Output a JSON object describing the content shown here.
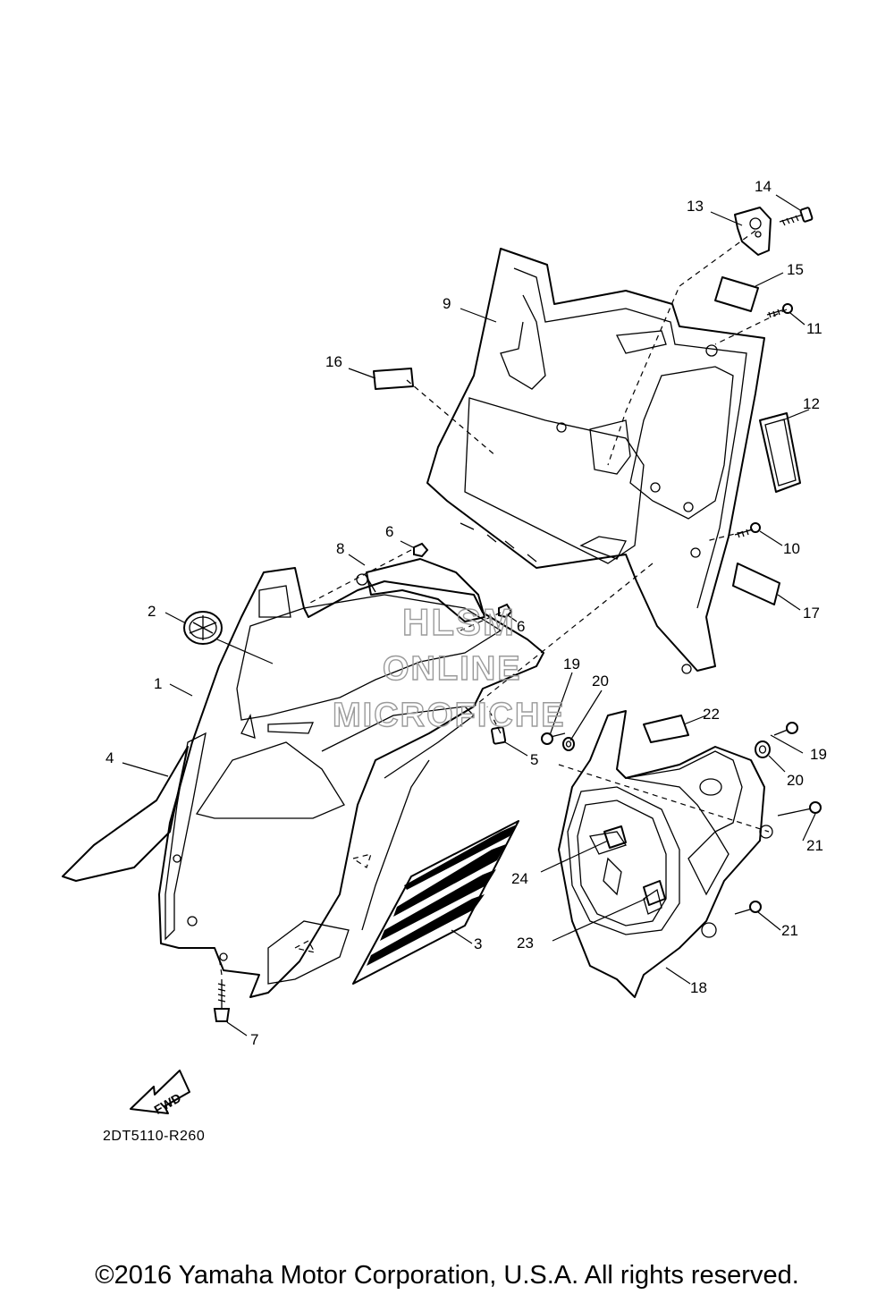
{
  "callouts": [
    "1",
    "2",
    "3",
    "4",
    "5",
    "6",
    "6",
    "7",
    "8",
    "9",
    "10",
    "11",
    "12",
    "13",
    "14",
    "15",
    "16",
    "17",
    "18",
    "19",
    "19",
    "20",
    "20",
    "21",
    "21",
    "22",
    "23",
    "24"
  ],
  "arrow_label": "FWD",
  "watermark": [
    "HLSM",
    "ONLINE",
    "MICROFICHE"
  ],
  "reference_code": "2DT5110-R260",
  "copyright": "©2016 Yamaha Motor Corporation, U.S.A. All rights reserved."
}
